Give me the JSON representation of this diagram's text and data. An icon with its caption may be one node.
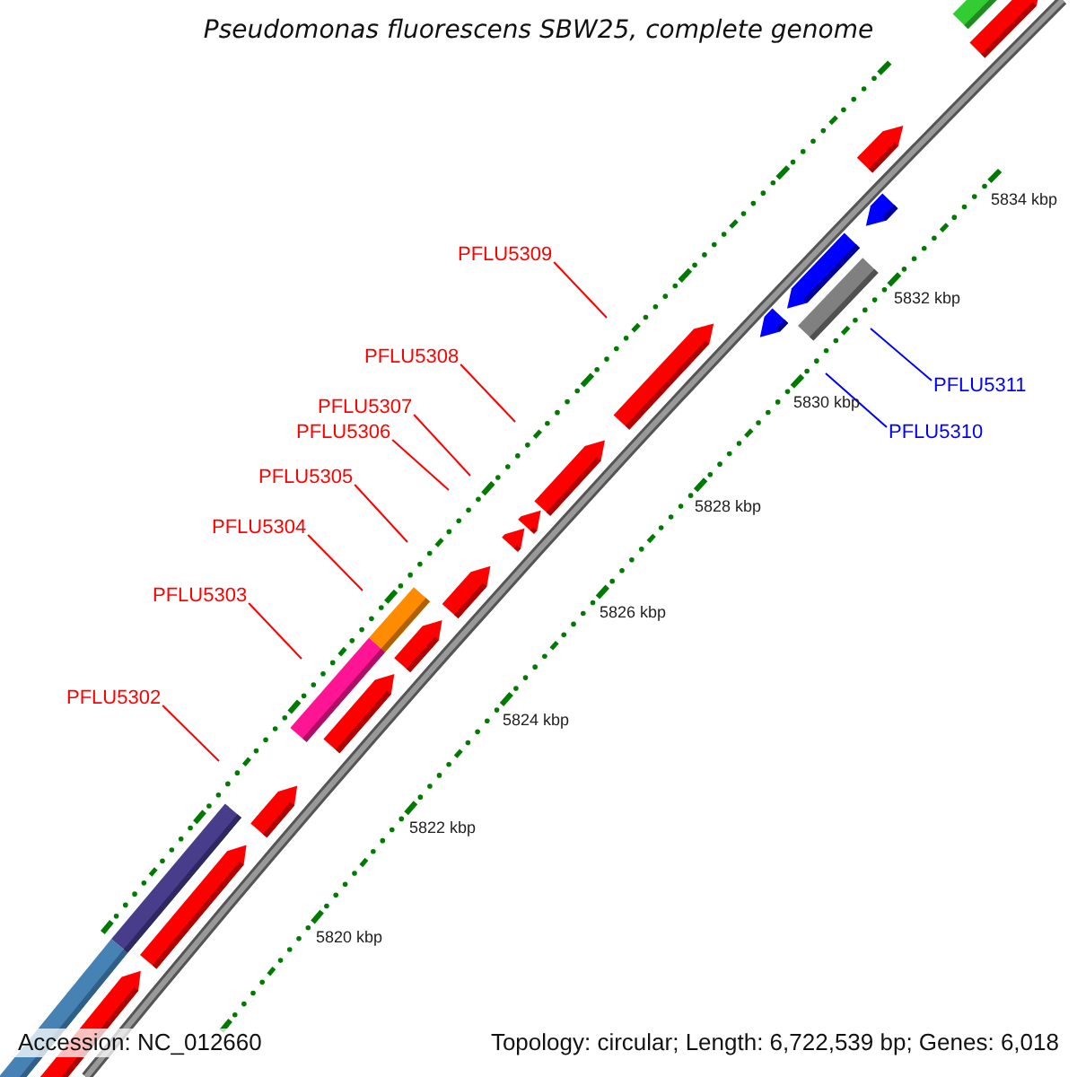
{
  "diagram": {
    "title": "Pseudomonas fluorescens SBW25, complete genome",
    "nodes": [
      {
        "text": [
          "PFLU5309"
        ]
      },
      {
        "text": [
          "PFLU5308"
        ]
      },
      {
        "text": [
          "PFLU5311"
        ]
      },
      {
        "text": [
          "PFLU5307"
        ]
      },
      {
        "text": [
          "PFLU5310"
        ]
      },
      {
        "text": [
          "PFLU5306"
        ]
      },
      {
        "text": [
          "PFLU5305"
        ]
      },
      {
        "text": [
          "PFLU5304"
        ]
      },
      {
        "text": [
          "PFLU5303"
        ]
      },
      {
        "text": [
          "PFLU5302"
        ]
      }
    ],
    "edges": [
      {
        "from": 0,
        "to": null,
        "arrow": "none"
      },
      {
        "from": 1,
        "to": null,
        "arrow": "none"
      },
      {
        "from": 2,
        "to": null,
        "arrow": "none",
        "color": "#0000ff"
      },
      {
        "from": 3,
        "to": null,
        "arrow": "none"
      },
      {
        "from": 4,
        "to": null,
        "arrow": "none",
        "color": "#0000ff"
      },
      {
        "from": 5,
        "to": null,
        "arrow": "none"
      },
      {
        "from": 6,
        "to": null,
        "arrow": "none"
      },
      {
        "from": 7,
        "to": null,
        "arrow": "none"
      },
      {
        "from": 8,
        "to": null,
        "arrow": "none"
      },
      {
        "from": 9,
        "to": null,
        "arrow": "none"
      }
    ],
    "labels": [
      "5834 kbp",
      "5832 kbp",
      "5830 kbp",
      "5828 kbp",
      "5826 kbp",
      "5824 kbp",
      "5822 kbp",
      "5820 kbp",
      "Accession: NC_012660",
      "Topology: circular; Length: 6,722,539 bp; Genes: 6,018"
    ]
  }
}
